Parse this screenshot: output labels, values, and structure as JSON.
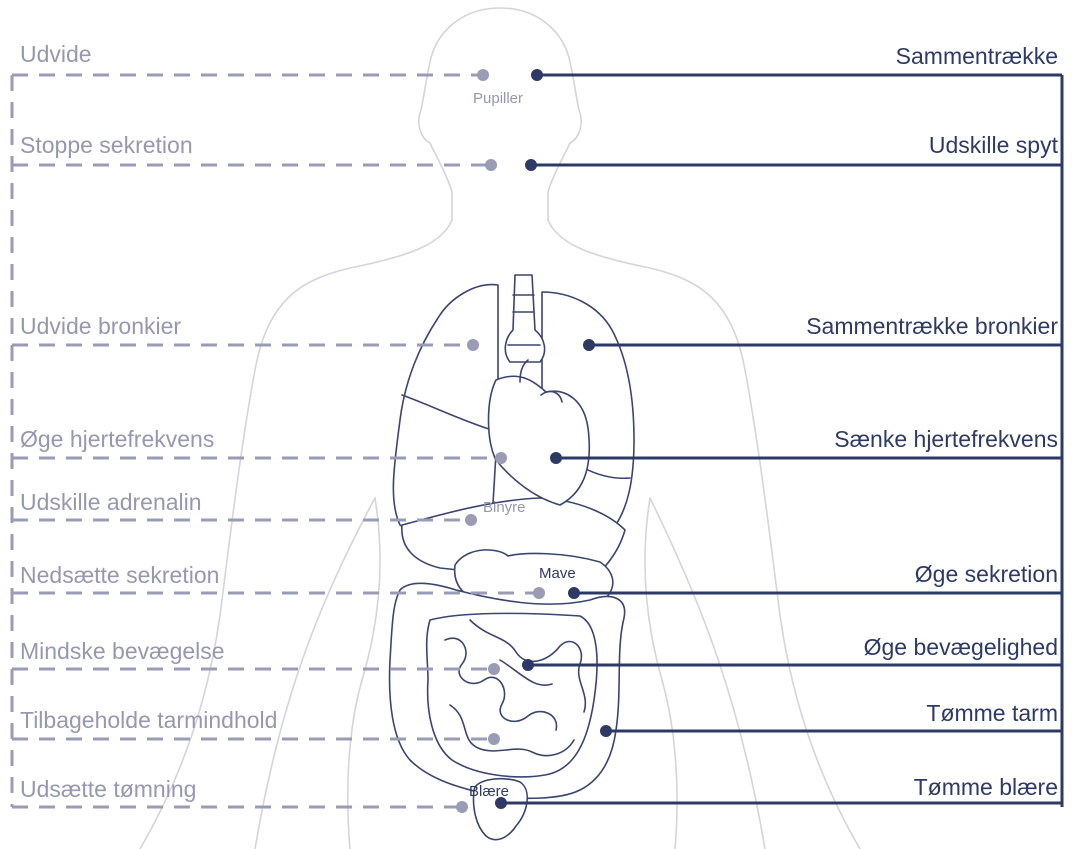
{
  "diagram": {
    "left_labels": [
      "Udvide",
      "Stoppe sekretion",
      "Udvide bronkier",
      "Øge hjertefrekvens",
      "Udskille adrenalin",
      "Nedsætte sekretion",
      "Mindske bevægelse",
      "Tilbageholde tarmindhold",
      "Udsætte tømning"
    ],
    "right_labels": [
      "Sammentrække",
      "Udskille spyt",
      "Sammentrække bronkier",
      "Sænke hjertefrekvens",
      "Øge sekretion",
      "Øge bevægelighed",
      "Tømme tarm",
      "Tømme blære"
    ],
    "organ_labels": {
      "pupils": "Pupiller",
      "adrenal": "Binyre",
      "stomach": "Mave",
      "bladder": "Blære"
    },
    "colors": {
      "left_side": "#9698b0",
      "right_side": "#2e3a66",
      "silhouette": "#d4d4dc",
      "organs": "#3a4570"
    }
  }
}
